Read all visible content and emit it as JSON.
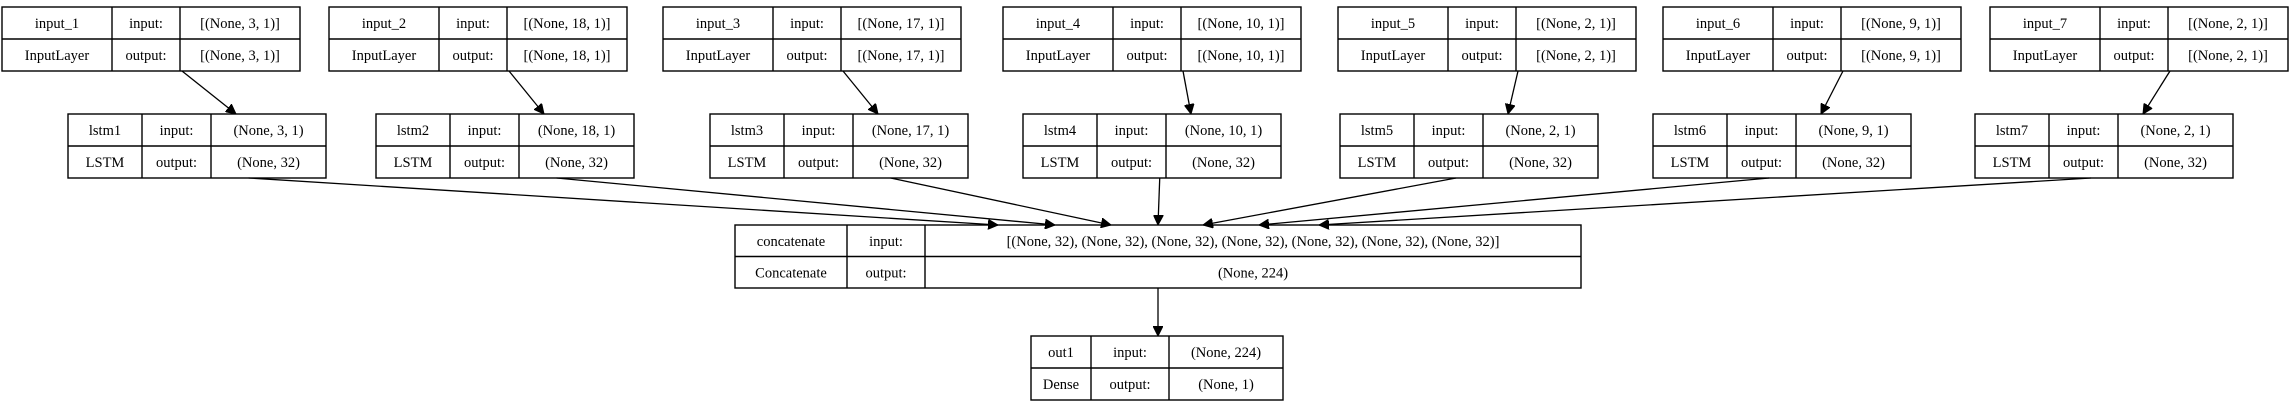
{
  "labels": {
    "input": "input:",
    "output": "output:"
  },
  "inputs": [
    {
      "name": "input_1",
      "type": "InputLayer",
      "input": "[(None, 3, 1)]",
      "output": "[(None, 3, 1)]"
    },
    {
      "name": "input_2",
      "type": "InputLayer",
      "input": "[(None, 18, 1)]",
      "output": "[(None, 18, 1)]"
    },
    {
      "name": "input_3",
      "type": "InputLayer",
      "input": "[(None, 17, 1)]",
      "output": "[(None, 17, 1)]"
    },
    {
      "name": "input_4",
      "type": "InputLayer",
      "input": "[(None, 10, 1)]",
      "output": "[(None, 10, 1)]"
    },
    {
      "name": "input_5",
      "type": "InputLayer",
      "input": "[(None, 2, 1)]",
      "output": "[(None, 2, 1)]"
    },
    {
      "name": "input_6",
      "type": "InputLayer",
      "input": "[(None, 9, 1)]",
      "output": "[(None, 9, 1)]"
    },
    {
      "name": "input_7",
      "type": "InputLayer",
      "input": "[(None, 2, 1)]",
      "output": "[(None, 2, 1)]"
    }
  ],
  "lstms": [
    {
      "name": "lstm1",
      "type": "LSTM",
      "input": "(None, 3, 1)",
      "output": "(None, 32)"
    },
    {
      "name": "lstm2",
      "type": "LSTM",
      "input": "(None, 18, 1)",
      "output": "(None, 32)"
    },
    {
      "name": "lstm3",
      "type": "LSTM",
      "input": "(None, 17, 1)",
      "output": "(None, 32)"
    },
    {
      "name": "lstm4",
      "type": "LSTM",
      "input": "(None, 10, 1)",
      "output": "(None, 32)"
    },
    {
      "name": "lstm5",
      "type": "LSTM",
      "input": "(None, 2, 1)",
      "output": "(None, 32)"
    },
    {
      "name": "lstm6",
      "type": "LSTM",
      "input": "(None, 9, 1)",
      "output": "(None, 32)"
    },
    {
      "name": "lstm7",
      "type": "LSTM",
      "input": "(None, 2, 1)",
      "output": "(None, 32)"
    }
  ],
  "concat": {
    "name": "concatenate",
    "type": "Concatenate",
    "input": "[(None, 32), (None, 32), (None, 32), (None, 32), (None, 32), (None, 32), (None, 32)]",
    "output": "(None, 224)"
  },
  "out": {
    "name": "out1",
    "type": "Dense",
    "input": "(None, 224)",
    "output": "(None, 1)"
  }
}
